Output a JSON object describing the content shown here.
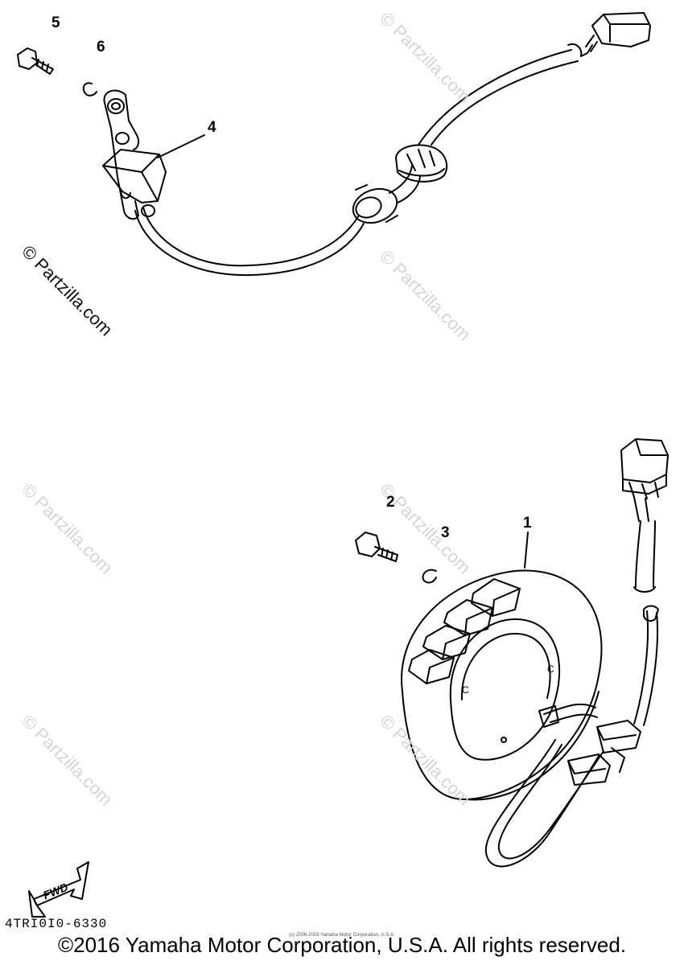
{
  "diagram": {
    "watermark": "© Partzilla.com",
    "callouts": [
      "1",
      "2",
      "3",
      "4",
      "5",
      "6"
    ],
    "fwd_label": "FWD",
    "part_code": "4TRI0I0-6330",
    "tiny_copyright": "(c) 2006-2016 Yamaha Motor Corporation, U.S.A.",
    "copyright": "©2016 Yamaha Motor Corporation, U.S.A. All rights reserved."
  }
}
